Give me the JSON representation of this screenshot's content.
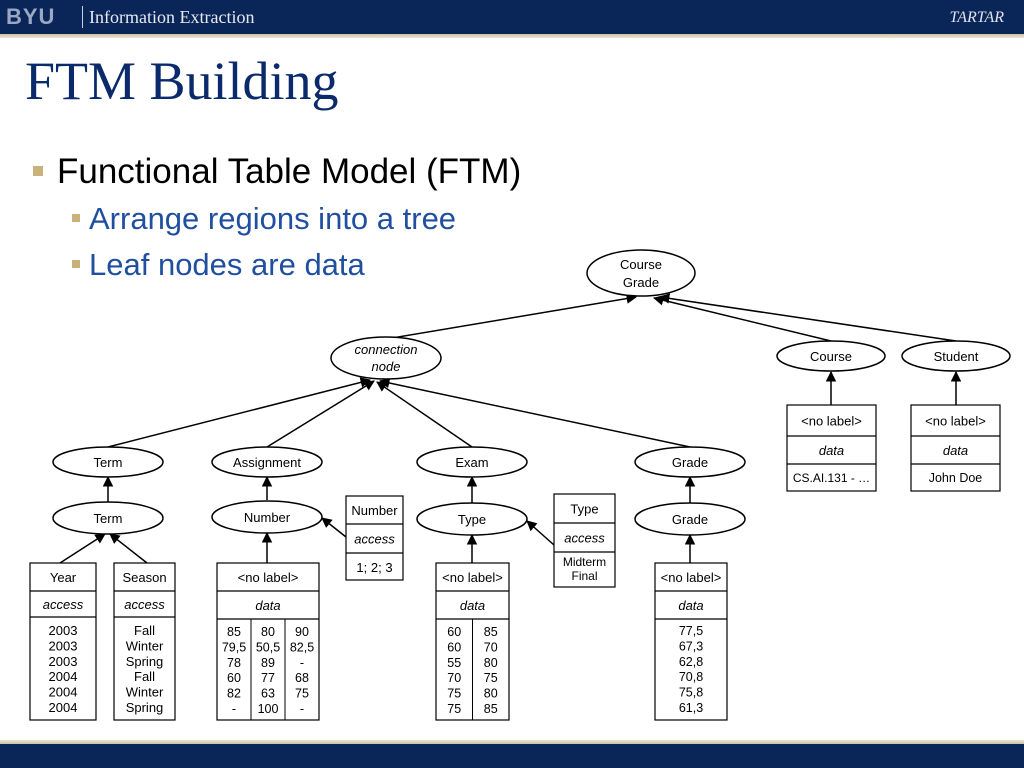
{
  "header": {
    "logo": "BYU",
    "section": "Information Extraction",
    "tag": "TARTAR"
  },
  "title": "FTM Building",
  "bullets": [
    {
      "text": "Functional Table Model (FTM)",
      "level": 1
    },
    {
      "text": "Arrange regions into a tree",
      "level": 2
    },
    {
      "text": "Leaf nodes are data",
      "level": 2
    }
  ],
  "colors": {
    "navy": "#0a2557",
    "title": "#0a2a6b",
    "sub_bullet": "#1f4f9e",
    "bullet_mark": "#c9b27a"
  },
  "diagram": {
    "root": {
      "line1": "Course",
      "line2": "Grade"
    },
    "connection_node": {
      "line1": "connection",
      "line2": "node"
    },
    "course": {
      "node": "Course",
      "table": {
        "header": "<no label>",
        "label": "data",
        "values": [
          "CS.AI.131 - …"
        ]
      }
    },
    "student": {
      "node": "Student",
      "table": {
        "header": "<no label>",
        "label": "data",
        "values": [
          "John Doe"
        ]
      }
    },
    "term": {
      "node": "Term",
      "child": "Term",
      "year": {
        "header": "Year",
        "label": "access",
        "values": [
          "2003",
          "2003",
          "2003",
          "2004",
          "2004",
          "2004"
        ]
      },
      "season": {
        "header": "Season",
        "label": "access",
        "values": [
          "Fall",
          "Winter",
          "Spring",
          "Fall",
          "Winter",
          "Spring"
        ]
      }
    },
    "assignment": {
      "node": "Assignment",
      "child": "Number",
      "access_table": {
        "header": "Number",
        "label": "access",
        "values": [
          "1; 2; 3"
        ]
      },
      "data_table": {
        "header": "<no label>",
        "label": "data",
        "columns": [
          [
            "85",
            "79,5",
            "78",
            "60",
            "82",
            "-"
          ],
          [
            "80",
            "50,5",
            "89",
            "77",
            "63",
            "100"
          ],
          [
            "90",
            "82,5",
            "-",
            "68",
            "75",
            "-"
          ]
        ]
      }
    },
    "exam": {
      "node": "Exam",
      "child": "Type",
      "access_table": {
        "header": "Type",
        "label": "access",
        "values": [
          "Midterm",
          "Final"
        ]
      },
      "data_table": {
        "header": "<no label>",
        "label": "data",
        "columns": [
          [
            "60",
            "60",
            "55",
            "70",
            "75",
            "75"
          ],
          [
            "85",
            "70",
            "80",
            "75",
            "80",
            "85"
          ]
        ]
      }
    },
    "grade": {
      "node": "Grade",
      "child": "Grade",
      "data_table": {
        "header": "<no label>",
        "label": "data",
        "values": [
          "77,5",
          "67,3",
          "62,8",
          "70,8",
          "75,8",
          "61,3"
        ]
      }
    }
  }
}
